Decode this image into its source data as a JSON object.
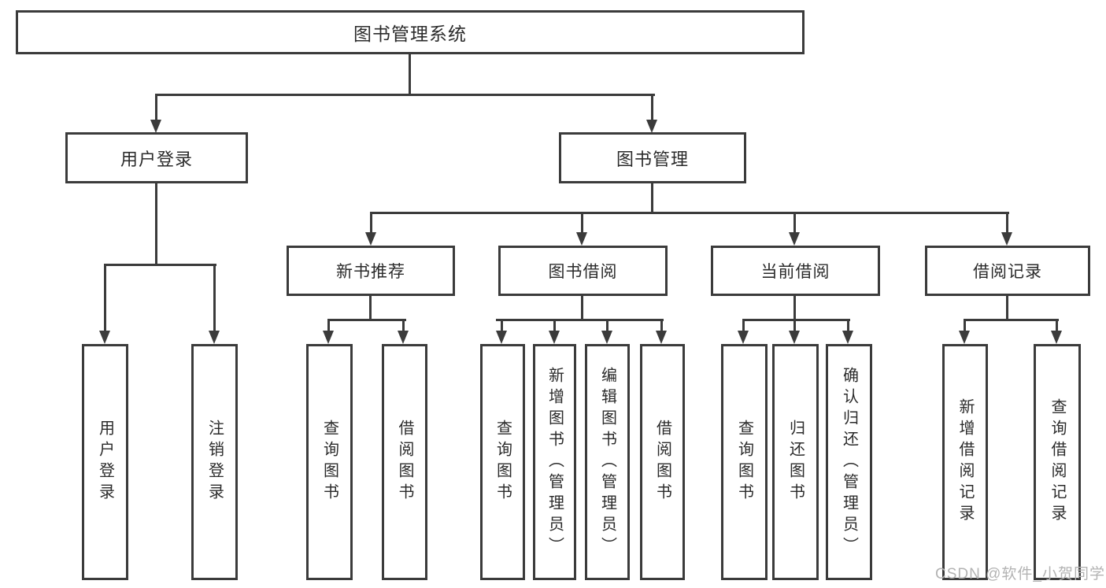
{
  "diagram": {
    "root_label": "图书管理系统",
    "level2": [
      "用户登录",
      "图书管理"
    ],
    "level3": [
      "新书推荐",
      "图书借阅",
      "当前借阅",
      "借阅记录"
    ],
    "leaf_groups": [
      {
        "parent": "用户登录",
        "items": [
          "用户登录",
          "注销登录"
        ]
      },
      {
        "parent": "新书推荐",
        "items": [
          "查询图书",
          "借阅图书"
        ]
      },
      {
        "parent": "图书借阅",
        "items": [
          "查询图书",
          "新增图书（管理员）",
          "编辑图书（管理员）",
          "借阅图书"
        ]
      },
      {
        "parent": "当前借阅",
        "items": [
          "查询图书",
          "归还图书",
          "确认归还（管理员）"
        ]
      },
      {
        "parent": "借阅记录",
        "items": [
          "新增借阅记录",
          "查询借阅记录"
        ]
      }
    ],
    "colors": {
      "line": "#3b3b3b",
      "text": "#2b2b2b",
      "background": "#ffffff",
      "watermark": "#b3b3b3"
    }
  },
  "watermark": {
    "text": "CSDN @软件_小贺同学"
  }
}
